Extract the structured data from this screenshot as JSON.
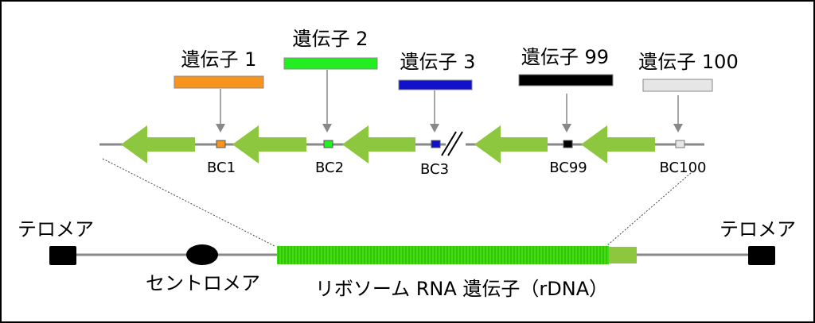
{
  "genes": [
    {
      "label": "遺伝子 1",
      "barcode": "BC1",
      "color": "#f7941d"
    },
    {
      "label": "遺伝子 2",
      "barcode": "BC2",
      "color": "#22ee22"
    },
    {
      "label": "遺伝子 3",
      "barcode": "BC3",
      "color": "#1111cc"
    },
    {
      "label": "遺伝子 99",
      "barcode": "BC99",
      "color": "#000000"
    },
    {
      "label": "遺伝子 100",
      "barcode": "BC100",
      "color": "#e6e6e6"
    }
  ],
  "chromosome": {
    "telomere_left": "テロメア",
    "telomere_right": "テロメア",
    "centromere": "セントロメア",
    "rdna": "リボソーム RNA 遺伝子（rDNA）"
  },
  "colors": {
    "arrow": "#8dc63f",
    "rdna_stripe": "#44dd11",
    "line": "#888888",
    "frame": "#000000"
  }
}
